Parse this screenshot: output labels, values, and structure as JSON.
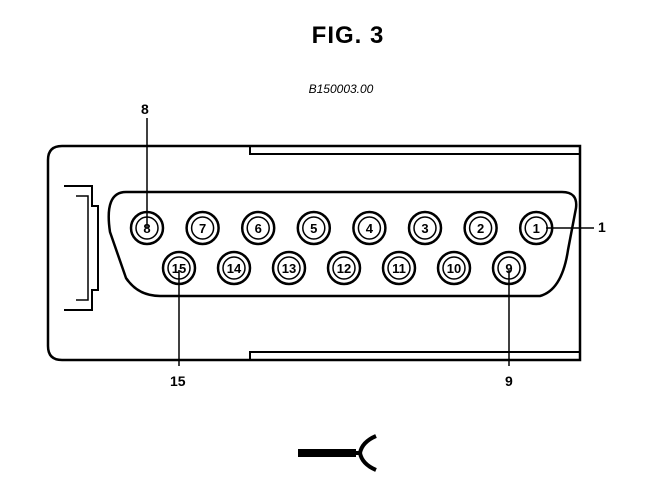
{
  "figure": {
    "title": "FIG. 3",
    "reference": "B150003.00"
  },
  "connector": {
    "top_row_pins": [
      "8",
      "7",
      "6",
      "5",
      "4",
      "3",
      "2",
      "1"
    ],
    "bottom_row_pins": [
      "15",
      "14",
      "13",
      "12",
      "11",
      "10",
      "9"
    ]
  },
  "callouts": {
    "top_left": "8",
    "right": "1",
    "bottom_left": "15",
    "bottom_right": "9"
  },
  "colors": {
    "ink": "#000000",
    "paper": "#ffffff"
  }
}
